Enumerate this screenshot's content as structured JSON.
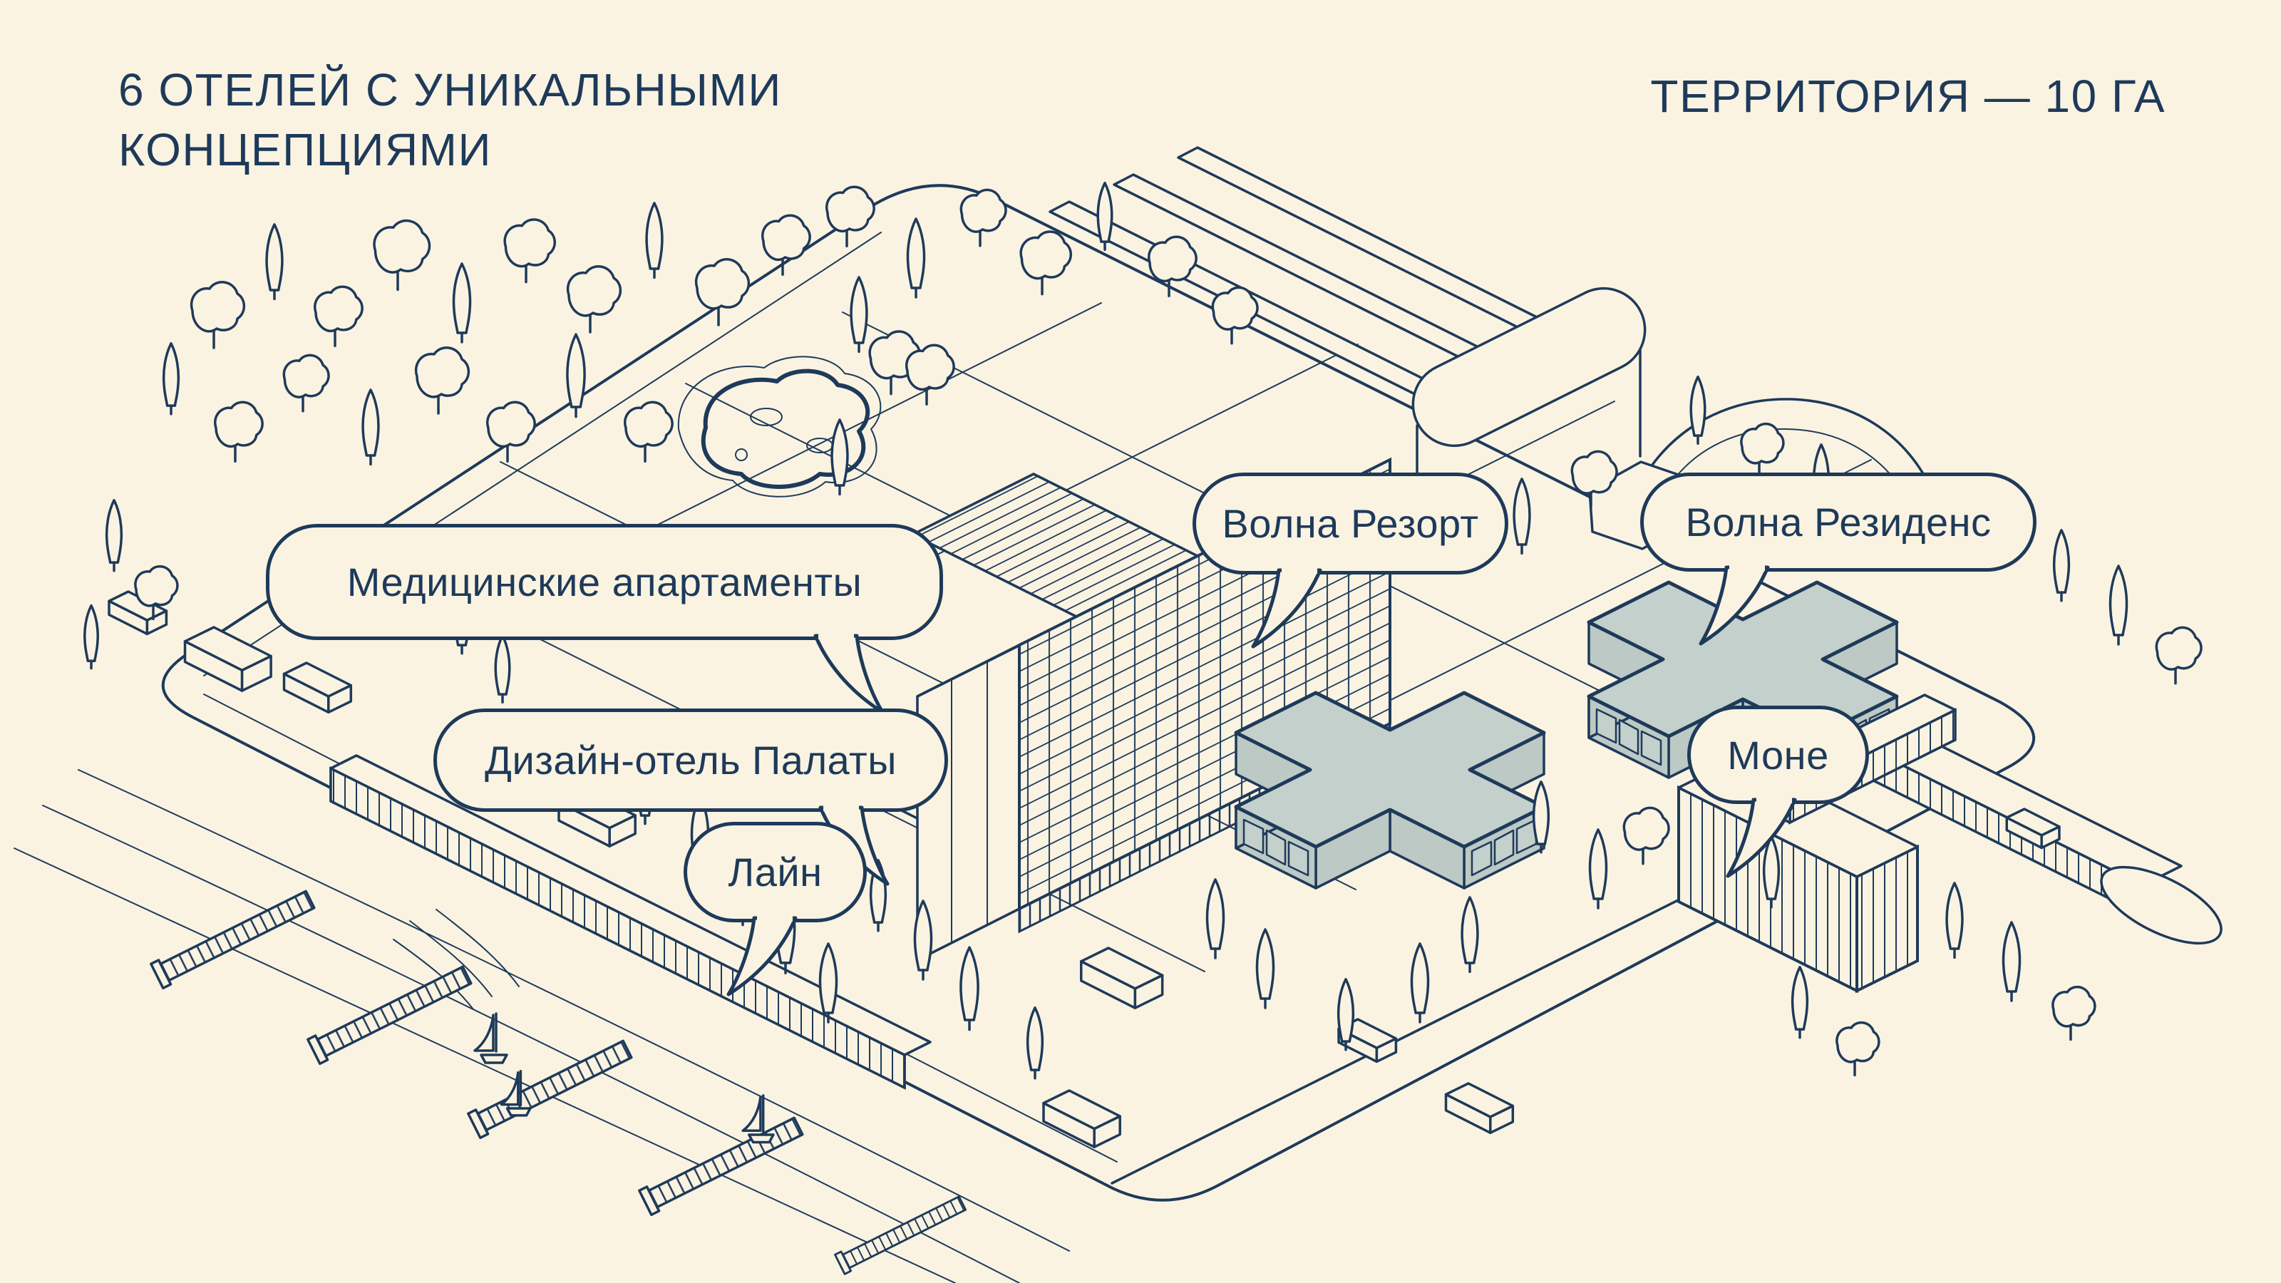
{
  "colors": {
    "background": "#FAF3E1",
    "ink_navy": "#1E3A5A",
    "building_highlight": "#C4D0CB"
  },
  "header": {
    "title": "6 ОТЕЛЕЙ С УНИКАЛЬНЫМИ КОНЦЕПЦИЯМИ",
    "stat": "ТЕРРИТОРИЯ — 10 ГА"
  },
  "labels": [
    {
      "id": "medical-apartments",
      "label": "Медицинские апартаменты"
    },
    {
      "id": "volna-resort",
      "label": "Волна Резорт"
    },
    {
      "id": "volna-residence",
      "label": "Волна Резиденс"
    },
    {
      "id": "design-hotel-palaty",
      "label": "Дизайн-отель Палаты"
    },
    {
      "id": "line-hotel",
      "label": "Лайн"
    },
    {
      "id": "monet-hotel",
      "label": "Моне"
    }
  ]
}
